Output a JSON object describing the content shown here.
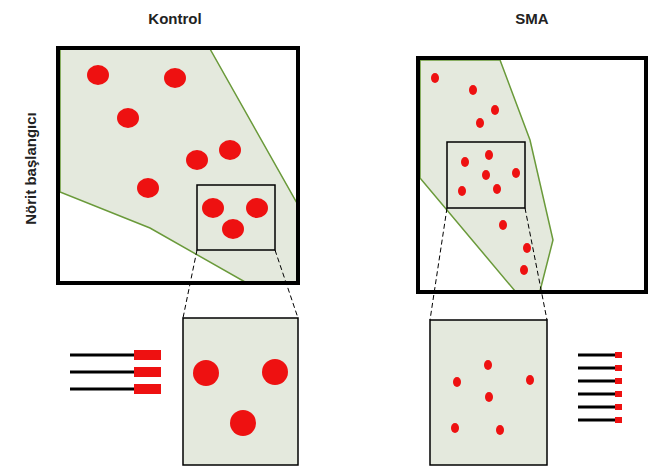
{
  "diagram": {
    "labels": [
      "Kontrol",
      "SMA",
      "Nörit başlangıcı"
    ]
  }
}
